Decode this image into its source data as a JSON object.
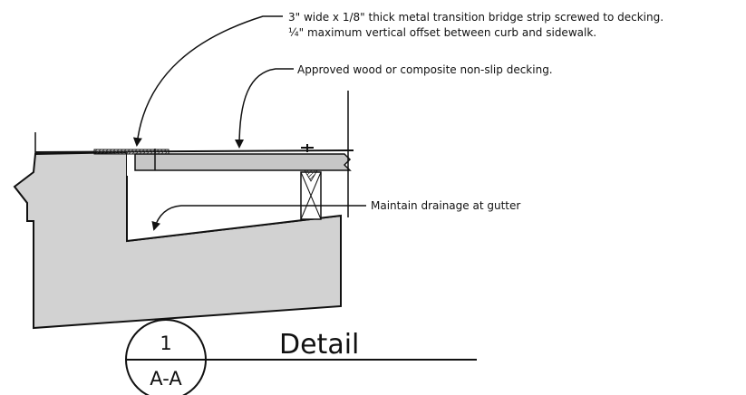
{
  "callouts": {
    "bridge_strip": {
      "line1": "3\" wide x 1/8\" thick metal transition bridge strip screwed to decking.",
      "line2": "¼\" maximum vertical offset between curb and sidewalk."
    },
    "decking": "Approved wood or composite non-slip decking.",
    "drainage": "Maintain drainage at gutter"
  },
  "detail": {
    "title": "Detail",
    "number": "1",
    "sheet": "A-A"
  },
  "colors": {
    "line": "#111111",
    "concrete_fill": "#d2d2d2",
    "decking_fill": "#c6c6c6",
    "strip_fill": "#bdbdbd"
  }
}
